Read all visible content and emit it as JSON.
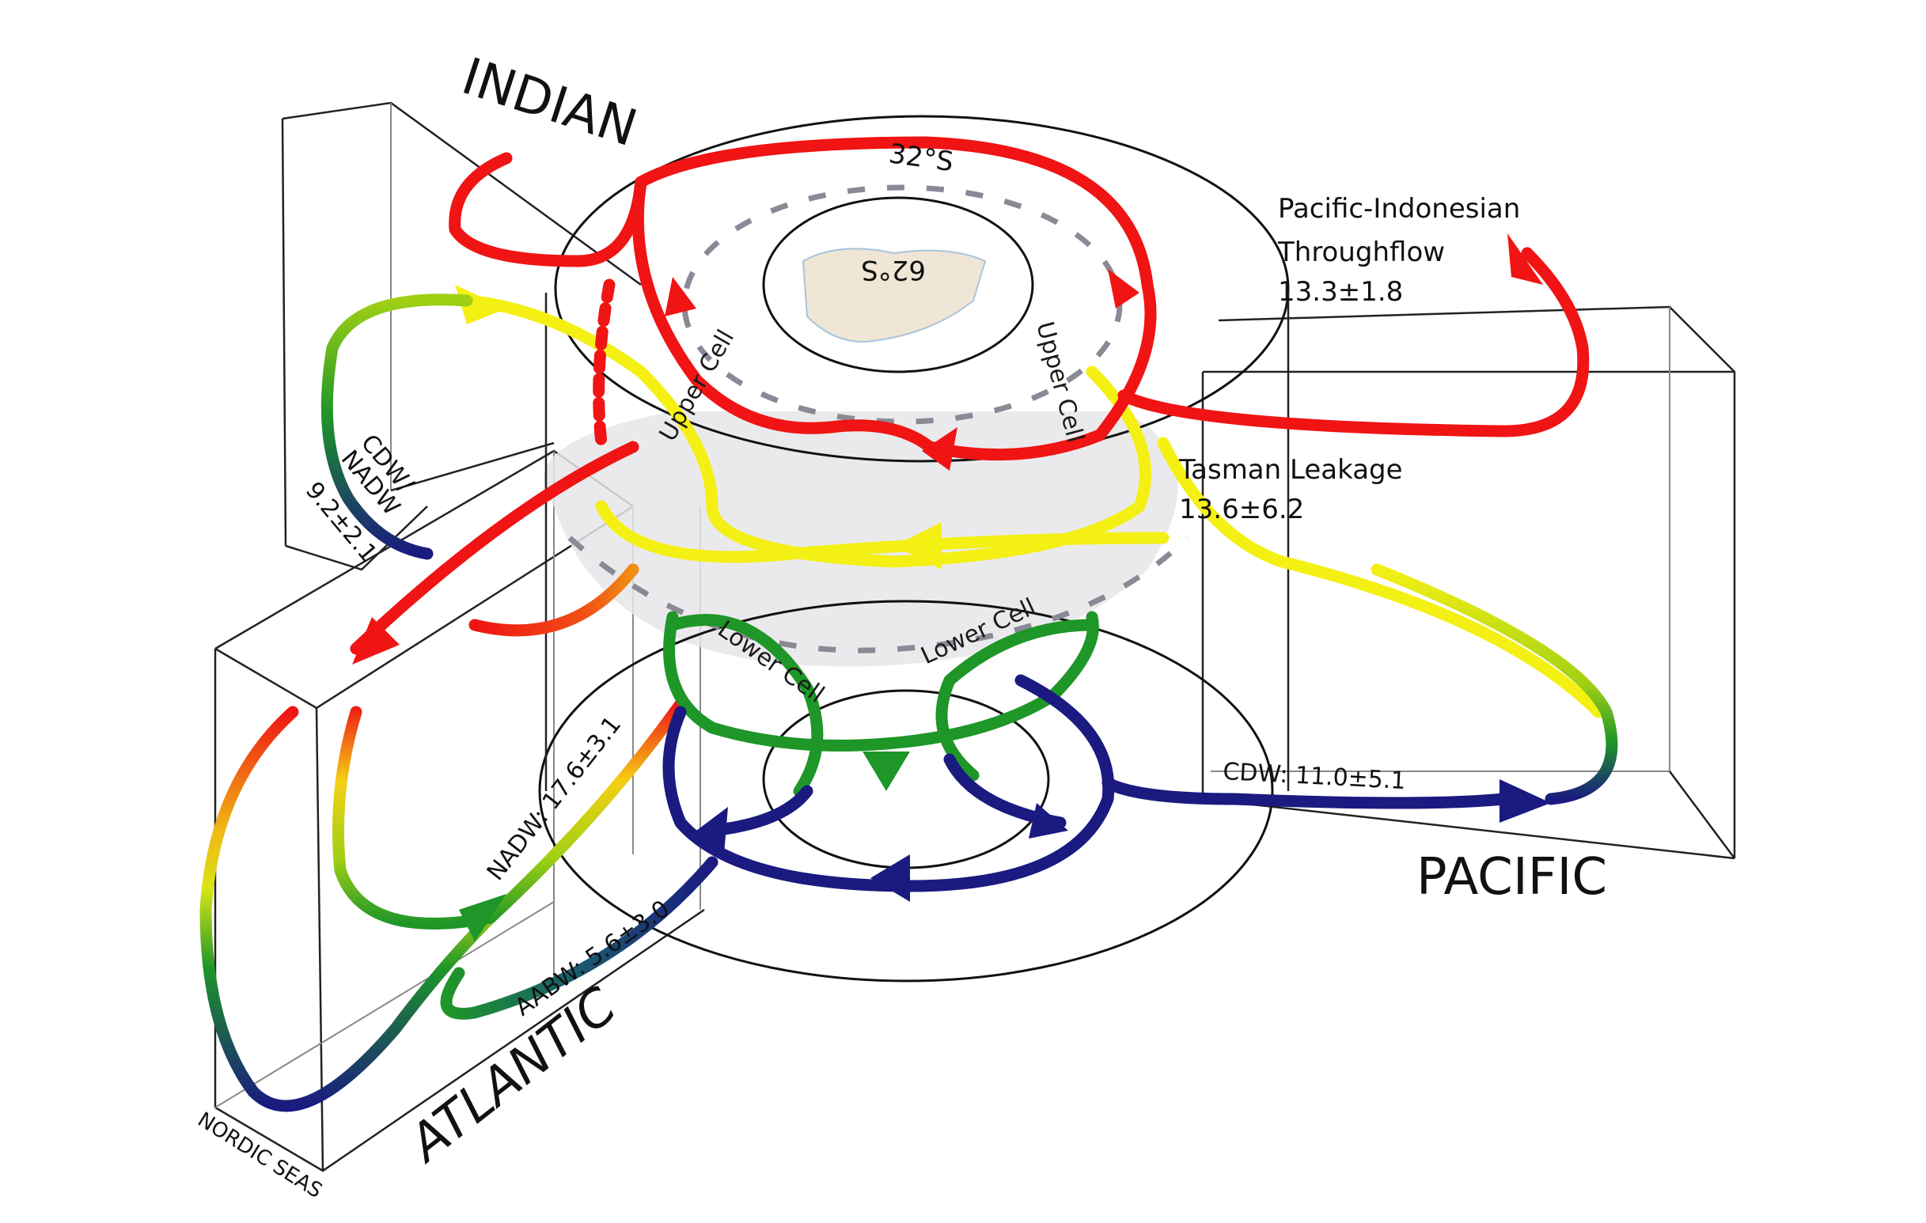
{
  "title": "Global overturning circulation schematic around the Southern Ocean",
  "oceans": {
    "indian": "INDIAN",
    "pacific": "PACIFIC",
    "atlantic": "ATLANTIC",
    "nordic_seas": "NORDIC SEAS"
  },
  "latitudes": {
    "outer": "32°S",
    "inner": "62°S"
  },
  "cells": {
    "upper_left": "Upper Cell",
    "upper_right": "Upper Cell",
    "lower_left": "Lower Cell",
    "lower_right": "Lower Cell"
  },
  "transports": {
    "itf": {
      "name_line1": "Pacific-Indonesian",
      "name_line2": "Throughflow",
      "value": "13.3±1.8"
    },
    "tasman": {
      "name": "Tasman Leakage",
      "value": "13.6±6.2"
    },
    "cdw_nadw": {
      "name_line1": "CDW/",
      "name_line2": "NADW",
      "value": "9.2±2.1"
    },
    "nadw": {
      "label": "NADW: 17.6±3.1"
    },
    "aabw": {
      "label": "AABW: 5.6±3.0"
    },
    "cdw_pacific": {
      "label": "CDW: 11.0±5.1"
    }
  },
  "colors": {
    "red": "#f01414",
    "orange": "#f08c14",
    "yellow": "#f4f014",
    "green": "#1e9628",
    "navy": "#1a1a80",
    "gray_band": "#e2e2e6"
  }
}
